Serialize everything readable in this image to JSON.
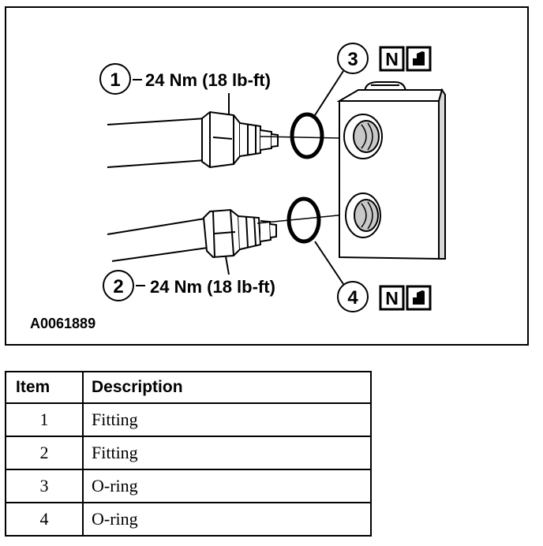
{
  "figure": {
    "id_code": "A0061889",
    "callouts": [
      {
        "number": "1",
        "torque": "24 Nm (18 lb-ft)"
      },
      {
        "number": "2",
        "torque": "24 Nm (18 lb-ft)"
      },
      {
        "number": "3"
      },
      {
        "number": "4"
      }
    ],
    "symbol_letter": "N"
  },
  "legend": {
    "headers": {
      "item": "Item",
      "description": "Description"
    },
    "rows": [
      {
        "item": "1",
        "description": "Fitting"
      },
      {
        "item": "2",
        "description": "Fitting"
      },
      {
        "item": "3",
        "description": "O-ring"
      },
      {
        "item": "4",
        "description": "O-ring"
      }
    ]
  }
}
